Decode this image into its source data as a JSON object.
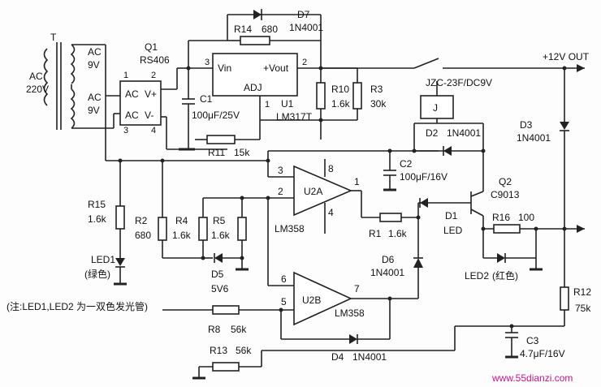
{
  "transformer": {
    "ref": "T",
    "primary": "AC",
    "primary_v": "220V",
    "sec1": "AC",
    "sec1_v": "9V",
    "sec2": "AC",
    "sec2_v": "9V"
  },
  "bridge": {
    "ref": "Q1",
    "part": "RS406",
    "ac1": "AC",
    "ac2": "AC",
    "vplus": "V+",
    "vminus": "V-",
    "p1": "1",
    "p2": "2",
    "p3": "3",
    "p4": "4"
  },
  "regulator": {
    "ref": "U1",
    "part": "LM317T",
    "vin": "Vin",
    "vout": "+Vout",
    "adj": "ADJ",
    "p1": "1",
    "p2": "2",
    "p3": "3"
  },
  "components": {
    "c1": "C1",
    "c1_val": "100μF/25V",
    "r14": "R14",
    "r14_val": "680",
    "d7": "D7",
    "d7_val": "1N4001",
    "r10": "R10",
    "r10_val": "1.6k",
    "r3": "R3",
    "r3_val": "30k",
    "r11": "R11",
    "r11_val": "15k",
    "relay": "JZC-23F/DC9V",
    "relay_coil": "J",
    "d2": "D2",
    "d2_val": "1N4001",
    "d3": "D3",
    "d3_val": "1N4001",
    "c2": "C2",
    "c2_val": "100μF/16V",
    "q2": "Q2",
    "q2_val": "C9013",
    "d1": "D1",
    "d1_val": "LED",
    "r16": "R16",
    "r16_val": "100",
    "r15": "R15",
    "r15_val": "1.6k",
    "r2": "R2",
    "r2_val": "680",
    "r4": "R4",
    "r4_val": "1.6k",
    "r5": "R5",
    "r5_val": "1.6k",
    "r1": "R1",
    "r1_val": "1.6k",
    "d5": "D5",
    "d5_val": "5V6",
    "d6": "D6",
    "d6_val": "1N4001",
    "led1": "LED1",
    "led1_color": "(绿色)",
    "led2": "LED2",
    "led2_color": "(红色)",
    "r8": "R8",
    "r8_val": "56k",
    "r13": "R13",
    "r13_val": "56k",
    "d4": "D4",
    "d4_val": "1N4001",
    "r12": "R12",
    "r12_val": "75k",
    "c3": "C3",
    "c3_val": "4.7μF/16V"
  },
  "opamps": {
    "u2a": "U2A",
    "u2a_part": "LM358",
    "u2a_p3": "3",
    "u2a_p2": "2",
    "u2a_p8": "8",
    "u2a_p4": "4",
    "u2a_p1": "1",
    "u2b": "U2B",
    "u2b_part": "LM358",
    "u2b_p6": "6",
    "u2b_p5": "5",
    "u2b_p7": "7"
  },
  "output_label": "+12V OUT",
  "note": "(注:LED1,LED2 为一双色发光管)",
  "watermark": "www.55dianzi.com"
}
